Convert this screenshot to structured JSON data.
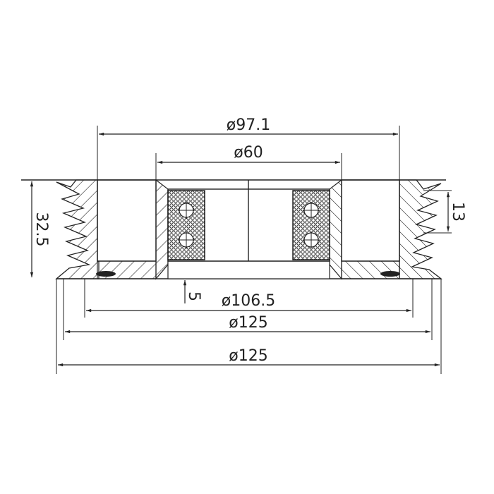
{
  "drawing": {
    "type": "pulley cross-section",
    "line_color": "#222222",
    "dimensions": {
      "outer_hub_diameter": "ø97.1",
      "bearing_diameter": "ø60",
      "height": "32.5",
      "groove_depth": "13",
      "offset": "5",
      "base_diameter": "ø106.5",
      "groove_diameter": "ø125",
      "overall_diameter": "ø125"
    }
  }
}
